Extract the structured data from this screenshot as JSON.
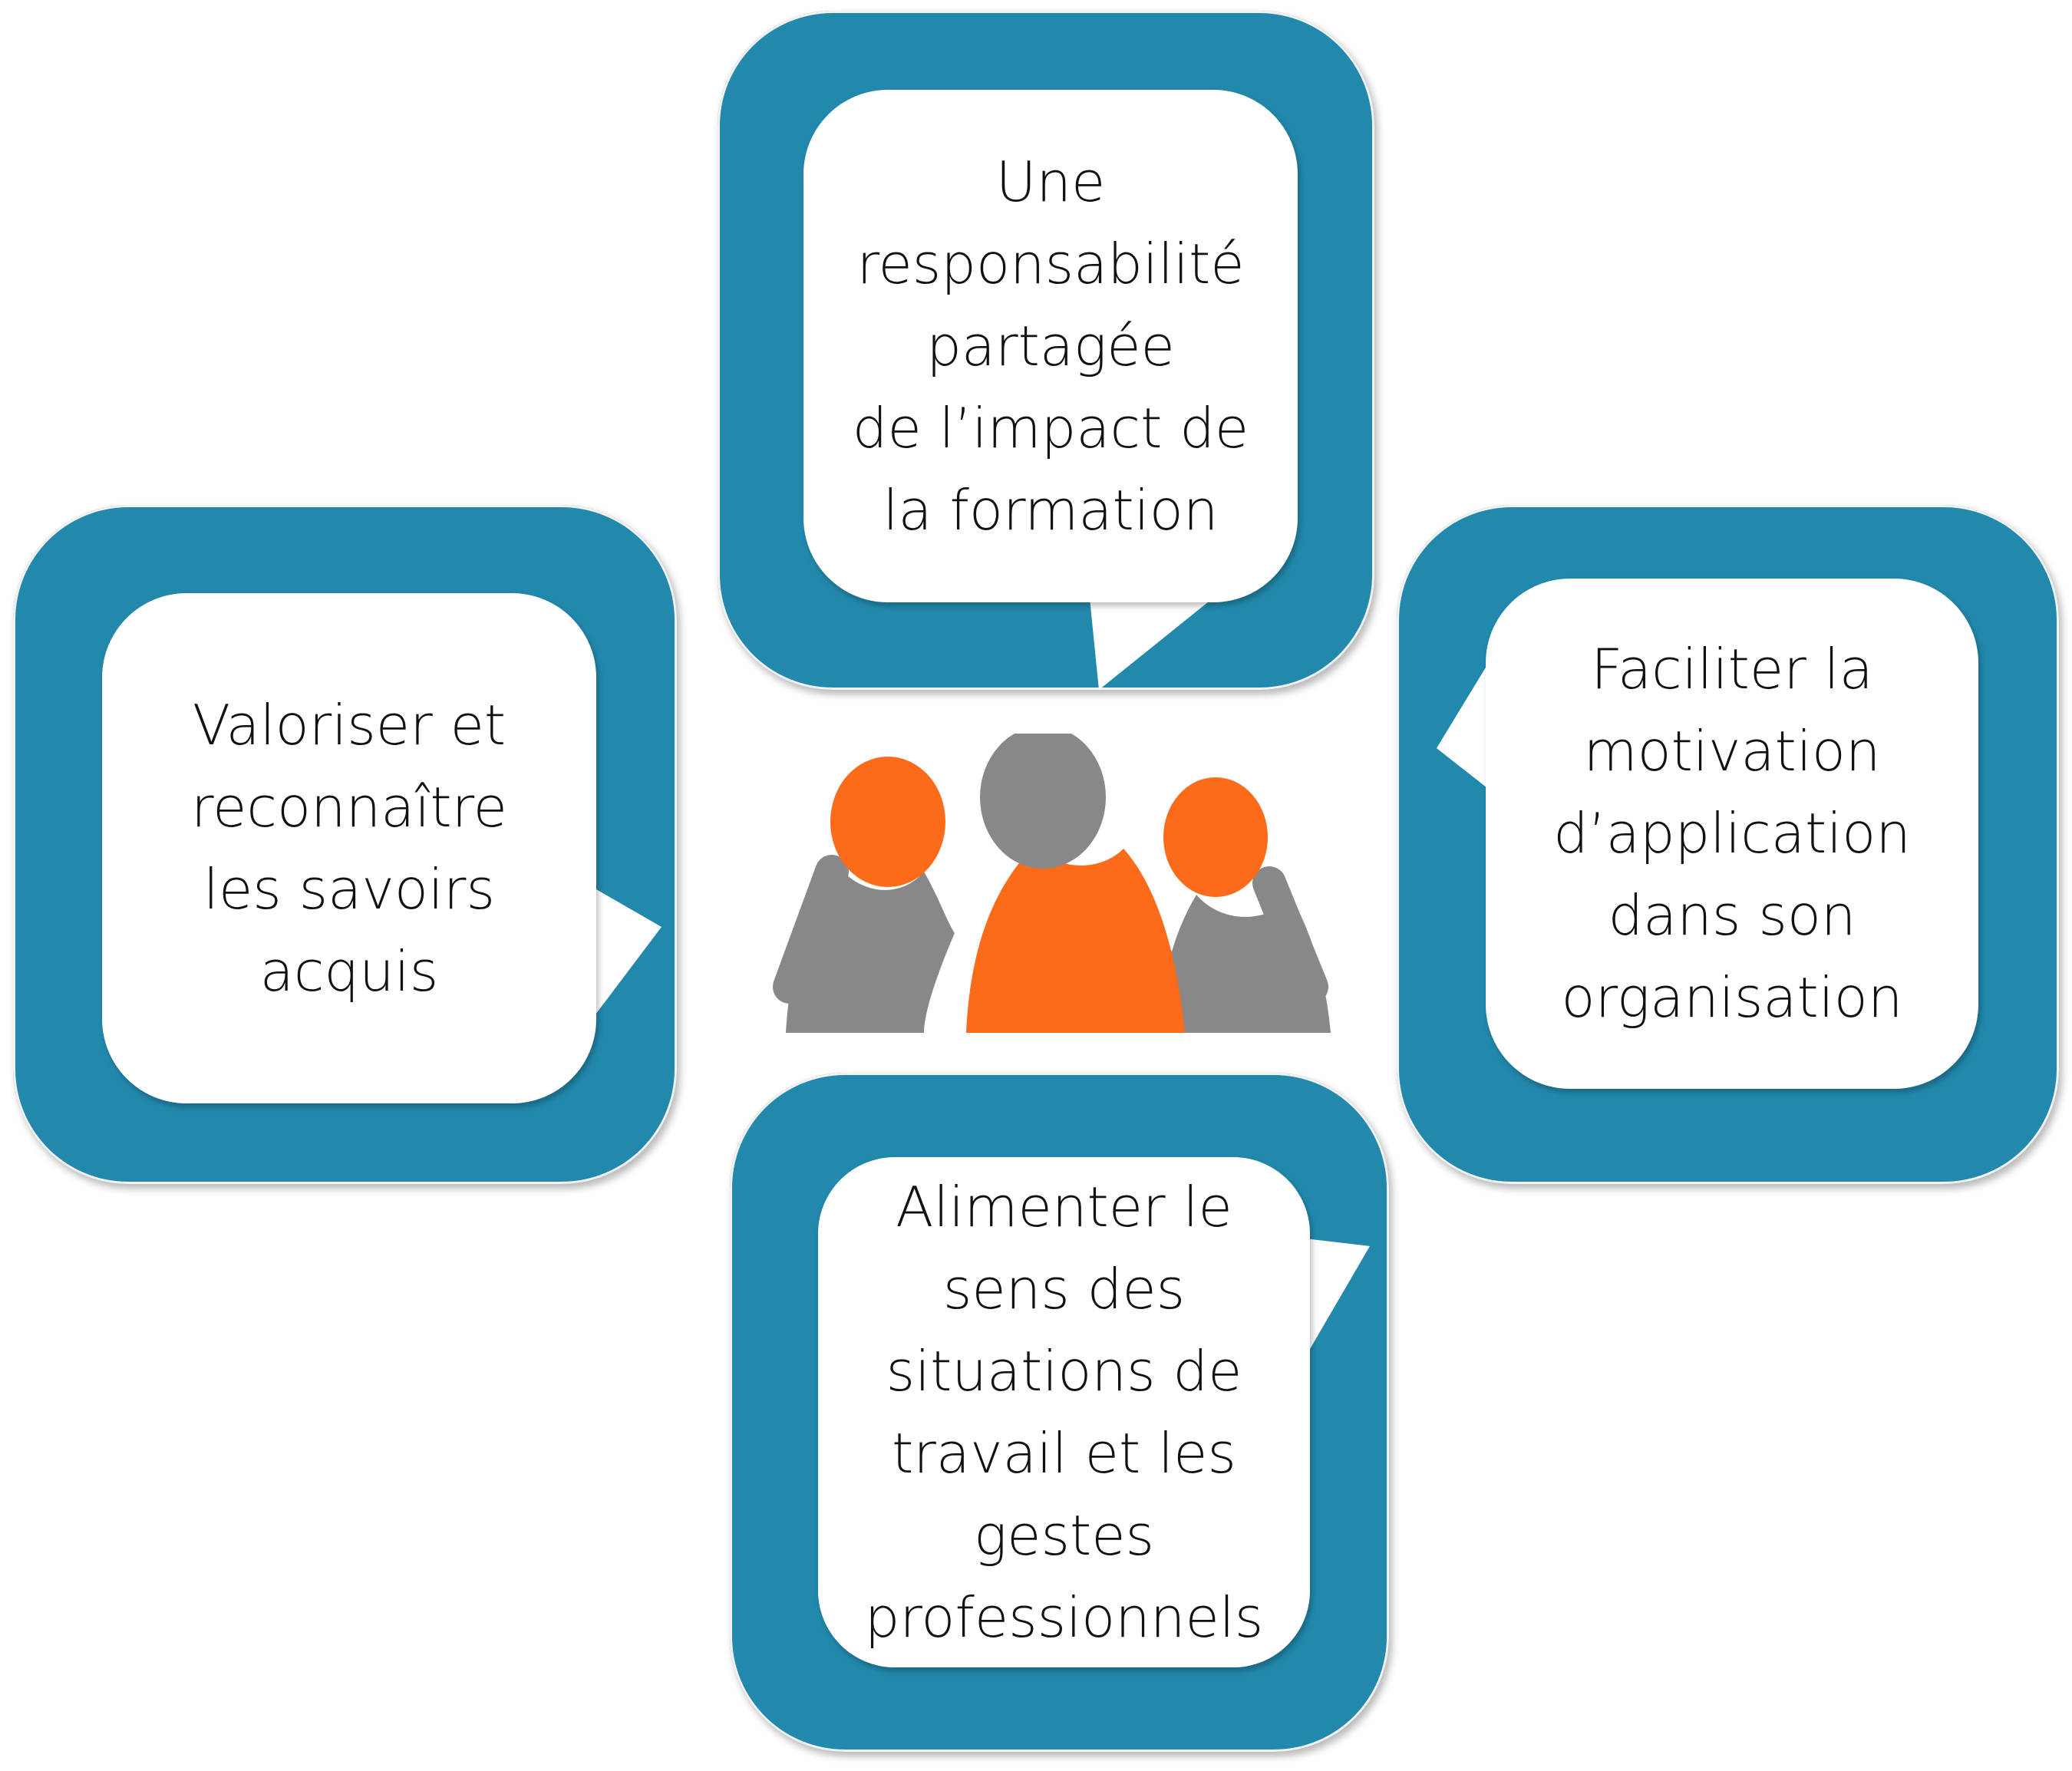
{
  "diagram": {
    "title": "",
    "center_icon": "group-of-people-icon",
    "colors": {
      "card_blue": "#2289ad",
      "bubble_white": "#ffffff",
      "person_orange": "#fc6b1a",
      "person_gray": "#888888",
      "text": "#111111"
    },
    "cards": {
      "top": {
        "text": "Une\nresponsabilité\npartagée\nde l’impact de\nla formation"
      },
      "left": {
        "text": "Valoriser et\nreconnaître\nles savoirs\nacquis"
      },
      "right": {
        "text": "Faciliter la\nmotivation\nd’application\ndans son\norganisation"
      },
      "bottom": {
        "text": "Alimenter le\nsens des\nsituations de\ntravail et les\ngestes\nprofessionnels"
      }
    }
  }
}
